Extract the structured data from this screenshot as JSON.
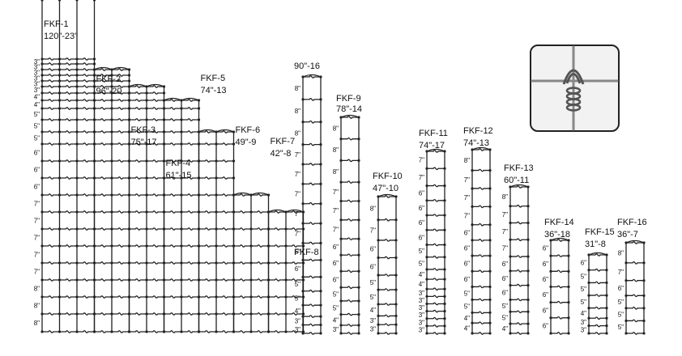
{
  "colors": {
    "wire": "#222222",
    "background": "#ffffff",
    "inset_border": "#222222",
    "inset_bg": "#f2f2f2"
  },
  "inset": {
    "icon": "fixed-knot-closeup-icon"
  },
  "left_block": {
    "spacings": [
      "8\"",
      "8\"",
      "8\"",
      "7\"",
      "7\"",
      "7\"",
      "7\"",
      "7\"",
      "6\"",
      "6\"",
      "6\"",
      "5\"",
      "5\"",
      "5\"",
      "4\"",
      "4\"",
      "3\"",
      "3\"",
      "3\"",
      "3\"",
      "3\"",
      "3\"",
      "3\""
    ],
    "products": [
      {
        "name": "FKF-1",
        "spec": "120\"-23\"",
        "columns": 3,
        "lines": 24
      },
      {
        "name": "FKF-2",
        "spec": "96\"-20",
        "columns": 2,
        "lines": 21
      },
      {
        "name": "FKF-3",
        "spec": "75\"-17",
        "columns": 2,
        "lines": 18
      },
      {
        "name": "FKF-4",
        "spec": "61\"-15",
        "columns": 2,
        "lines": 16
      },
      {
        "name": "FKF-5",
        "spec": "74\"-13",
        "columns": 2,
        "lines": 13
      },
      {
        "name": "FKF-6",
        "spec": "49\"-9",
        "columns": 2,
        "lines": 9
      },
      {
        "name": "FKF-7",
        "spec": "42\"-8",
        "columns": 2,
        "lines": 8
      }
    ]
  },
  "columns": [
    {
      "name": "FKF-8",
      "spec": "90\"-16",
      "spacings": [
        "8\"",
        "8\"",
        "8\"",
        "7\"",
        "7\"",
        "7\"",
        "7\"",
        "7\"",
        "6\"",
        "6\"",
        "5\"",
        "5\"",
        "4\"",
        "3\"",
        "3\""
      ]
    },
    {
      "name": "FKF-9",
      "spec": "78\"-14",
      "spacings": [
        "8\"",
        "8\"",
        "8\"",
        "7\"",
        "7\"",
        "7\"",
        "6\"",
        "6\"",
        "6\"",
        "5\"",
        "5\"",
        "4\"",
        "3\""
      ]
    },
    {
      "name": "FKF-10",
      "spec": "47\"-10",
      "spacings": [
        "8\"",
        "7\"",
        "6\"",
        "6\"",
        "5\"",
        "5\"",
        "4\"",
        "3\"",
        "3\""
      ]
    },
    {
      "name": "FKF-11",
      "spec": "74\"-17",
      "spacings": [
        "7\"",
        "7\"",
        "6\"",
        "6\"",
        "6\"",
        "6\"",
        "5\"",
        "5\"",
        "4\"",
        "4\"",
        "3\"",
        "3\"",
        "3\"",
        "3\"",
        "3\"",
        "3\""
      ]
    },
    {
      "name": "FKF-12",
      "spec": "74\"-13",
      "spacings": [
        "8\"",
        "7\"",
        "7\"",
        "7\"",
        "6\"",
        "6\"",
        "6\"",
        "6\"",
        "5\"",
        "5\"",
        "4\"",
        "4\""
      ]
    },
    {
      "name": "FKF-13",
      "spec": "60\"-11",
      "spacings": [
        "8\"",
        "7\"",
        "7\"",
        "7\"",
        "6\"",
        "6\"",
        "6\"",
        "5\"",
        "5\"",
        "4\""
      ]
    },
    {
      "name": "FKF-14",
      "spec": "36\"-18",
      "spacings": [
        "6\"",
        "6\"",
        "6\"",
        "6\"",
        "6\"",
        "6\""
      ]
    },
    {
      "name": "FKF-15",
      "spec": "31\"-8",
      "spacings": [
        "6\"",
        "5\"",
        "5\"",
        "5\"",
        "4\"",
        "3\"",
        "3\""
      ]
    },
    {
      "name": "FKF-16",
      "spec": "36\"-7",
      "spacings": [
        "8\"",
        "7\"",
        "6\"",
        "5\"",
        "5\"",
        "5\""
      ]
    }
  ]
}
